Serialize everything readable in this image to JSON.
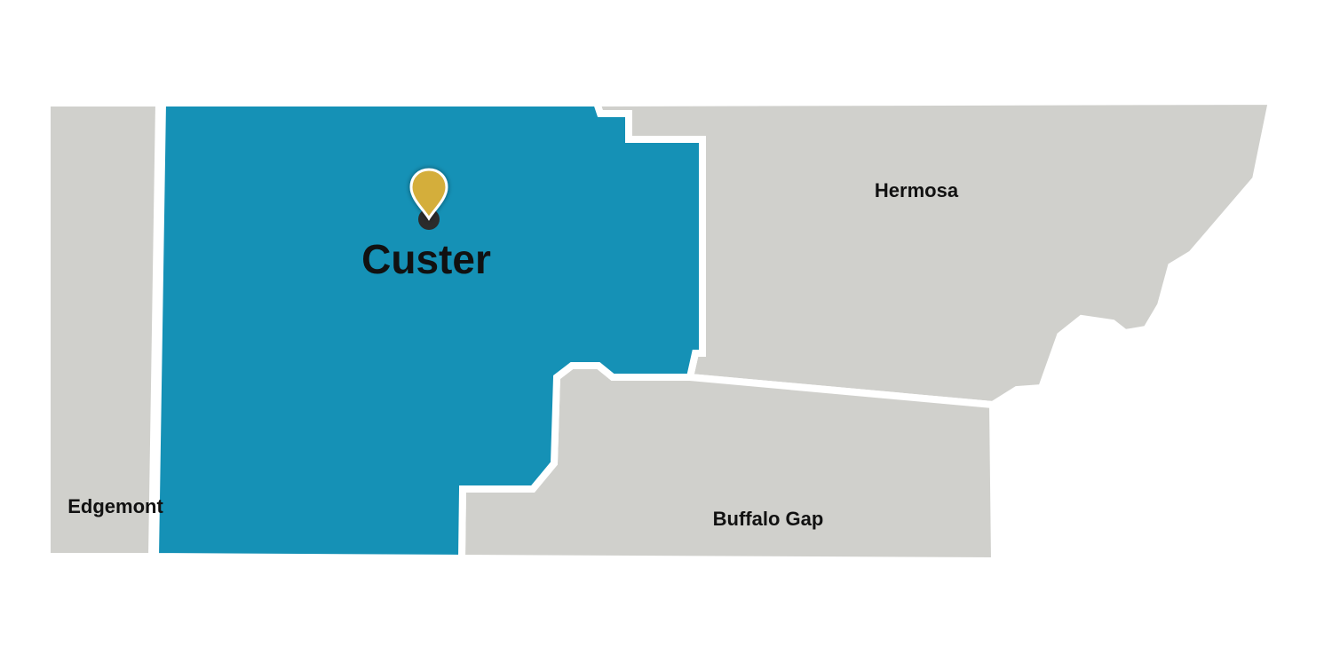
{
  "map": {
    "regions": [
      {
        "id": "edgemont",
        "label": "Edgemont",
        "color": "#d0d0cc",
        "highlighted": false
      },
      {
        "id": "custer",
        "label": "Custer",
        "color": "#1591b6",
        "highlighted": true
      },
      {
        "id": "hermosa",
        "label": "Hermosa",
        "color": "#d0d0cc",
        "highlighted": false
      },
      {
        "id": "buffalo_gap",
        "label": "Buffalo Gap",
        "color": "#d0d0cc",
        "highlighted": false
      }
    ],
    "marker": {
      "location": "Custer",
      "icon": "map-pin-icon",
      "pin_color": "#d4ae3a",
      "dot_color": "#2b2b2b"
    }
  }
}
